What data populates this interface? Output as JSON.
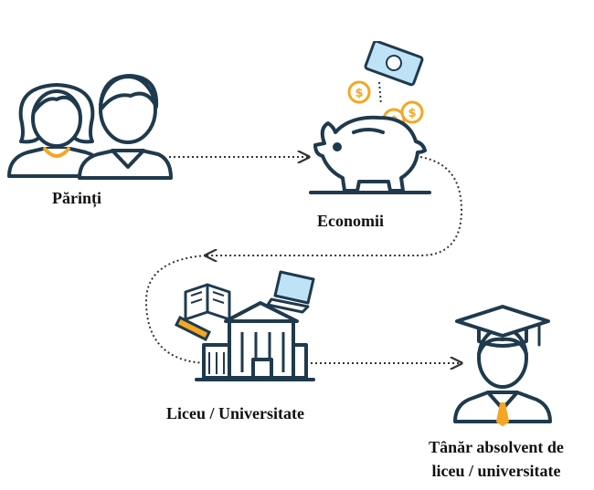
{
  "nodes": {
    "parents": {
      "label": "Părinți",
      "icon": "parents-icon"
    },
    "savings": {
      "label": "Economii",
      "icon": "piggy-bank-icon"
    },
    "school": {
      "label": "Liceu / Universitate",
      "icon": "school-building-icon"
    },
    "graduate": {
      "label_line1": "Tânăr absolvent de",
      "label_line2": "liceu / universitate",
      "icon": "graduate-icon"
    }
  },
  "colors": {
    "outline": "#1f3a4d",
    "accent_orange": "#f5a623",
    "banknote_blue": "#bfe3f6",
    "connector": "#333333"
  }
}
